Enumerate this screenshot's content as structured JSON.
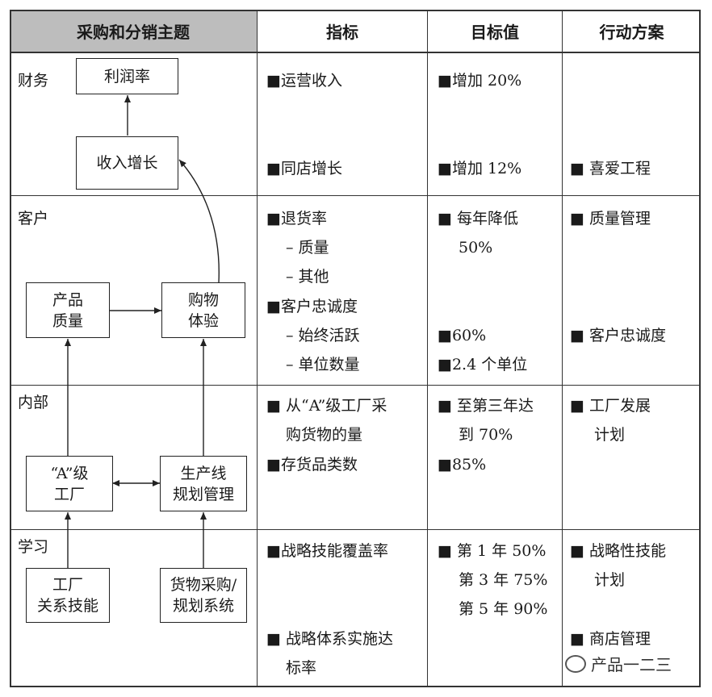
{
  "header": {
    "theme": "采购和分销主题",
    "indicator": "指标",
    "target": "目标值",
    "action": "行动方案"
  },
  "sections": {
    "finance": "财务",
    "customer": "客户",
    "internal": "内部",
    "learning": "学习"
  },
  "boxes": {
    "profit": [
      "利润率"
    ],
    "revenue": [
      "收入增长"
    ],
    "product": [
      "产品",
      "质量"
    ],
    "shopping": [
      "购物",
      "体验"
    ],
    "factory": [
      "“A”级",
      "工厂"
    ],
    "planning": [
      "生产线",
      "规划管理"
    ],
    "skills": [
      "工厂",
      "关系技能"
    ],
    "system": [
      "货物采购/",
      "规划系统"
    ]
  },
  "indicators": [
    "■运营收入",
    "■同店增长",
    "■退货率",
    "– 质量",
    "– 其他",
    "■客户忠诚度",
    "– 始终活跃",
    "– 单位数量",
    "■ 从“A”级工厂采",
    "购货物的量",
    "■存货品类数",
    "■战略技能覆盖率",
    "■ 战略体系实施达",
    "标率"
  ],
  "targets": [
    "■增加 20%",
    "■增加 12%",
    "■ 每年降低",
    "50%",
    "■60%",
    "■2.4 个单位",
    "■ 至第三年达",
    "到 70%",
    "■85%",
    "■ 第 1 年 50%",
    "第 3 年 75%",
    "第 5 年 90%"
  ],
  "actions": [
    "■ 喜爱工程",
    "■ 质量管理",
    "■ 客户忠诚度",
    "■ 工厂发展",
    "计划",
    "■ 战略性技能",
    "计划",
    "■ 商店管理"
  ],
  "watermark": "产品一二三"
}
